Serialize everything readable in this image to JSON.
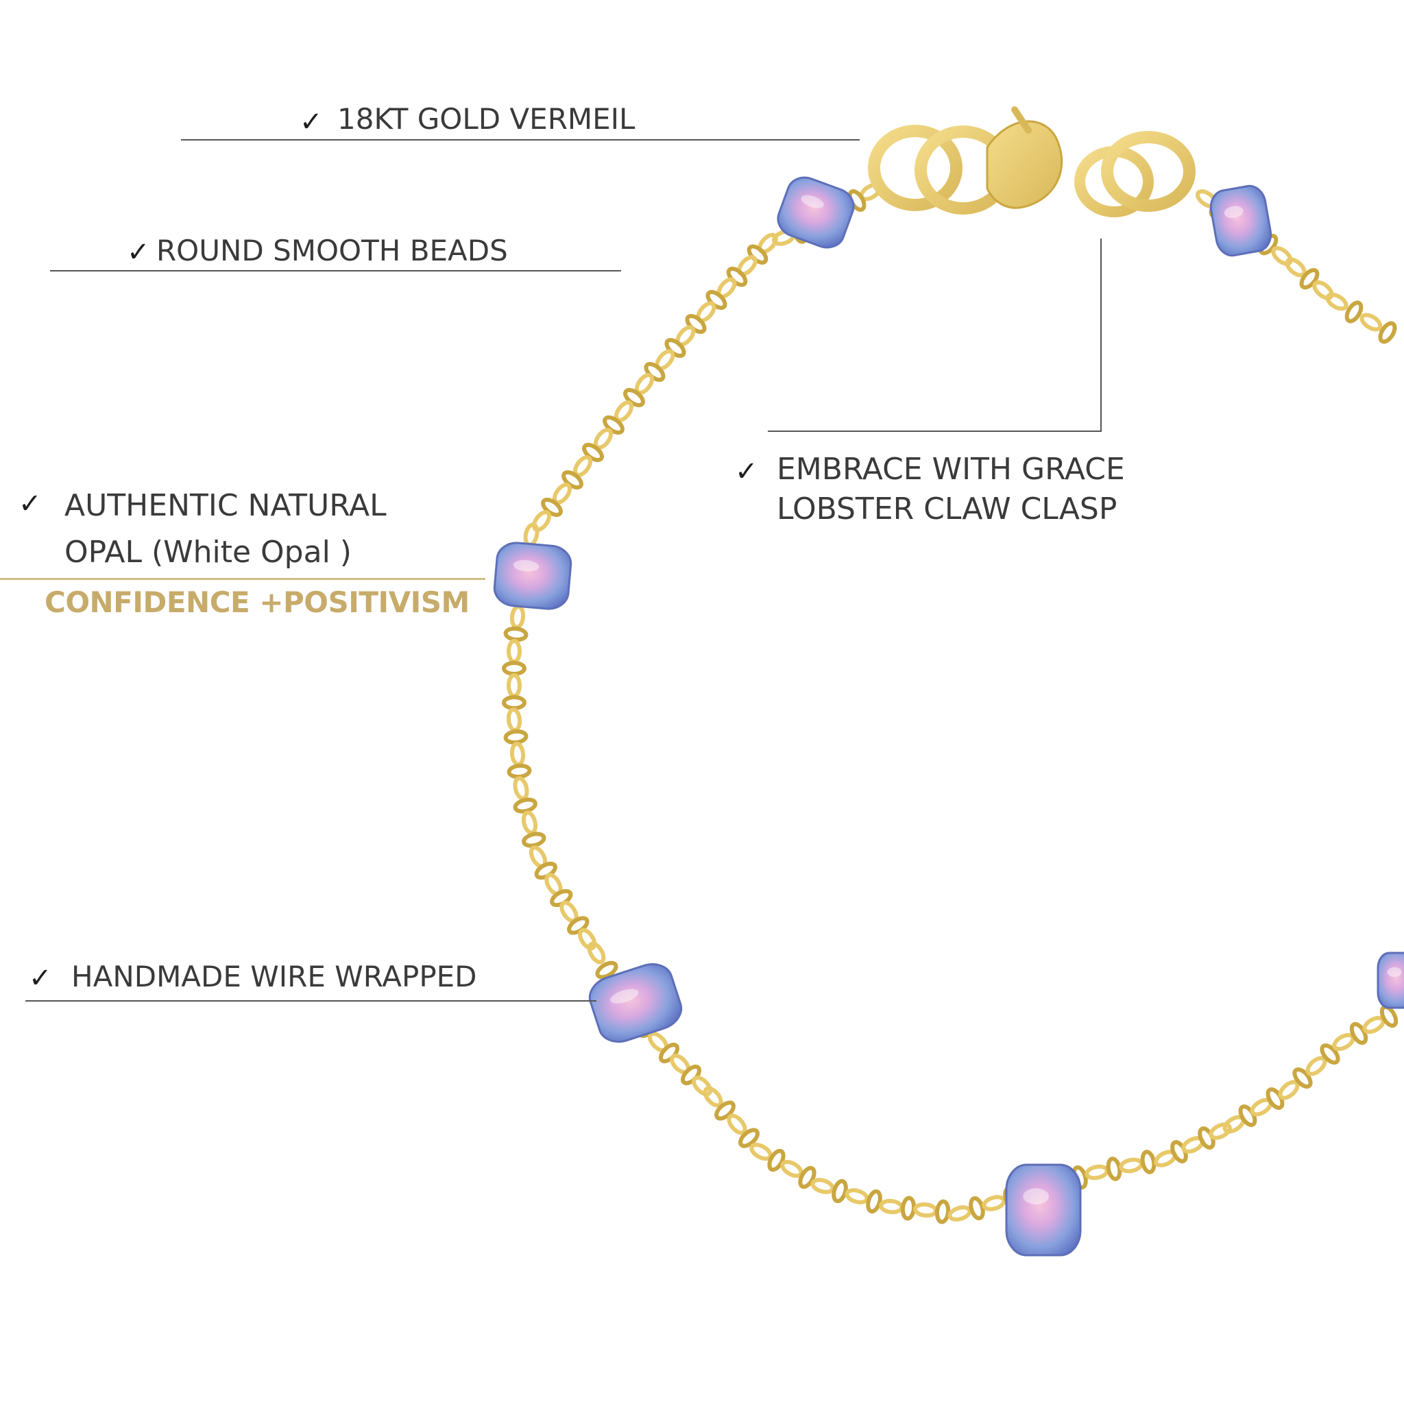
{
  "features": [
    {
      "check": "✓",
      "text": "18KT GOLD VERMEIL"
    },
    {
      "check": "✓",
      "text": "ROUND SMOOTH BEADS"
    },
    {
      "check": "✓",
      "lines": [
        "EMBRACE WITH GRACE",
        "LOBSTER CLAW CLASP"
      ]
    },
    {
      "check": "✓",
      "lines": [
        "AUTHENTIC NATURAL",
        "OPAL (White Opal )"
      ]
    },
    {
      "check": "✓",
      "text": "HANDMADE WIRE WRAPPED"
    }
  ],
  "tagline": "CONFIDENCE +POSITIVISM",
  "colors": {
    "background": "#ffffff",
    "text": "#3a3a3a",
    "gold": "#e8c96a",
    "gold_dark": "#c9a640",
    "tagline": "#c7ab6a",
    "opal_blue": "#7f95d8",
    "opal_pink": "#f0a6c8"
  }
}
